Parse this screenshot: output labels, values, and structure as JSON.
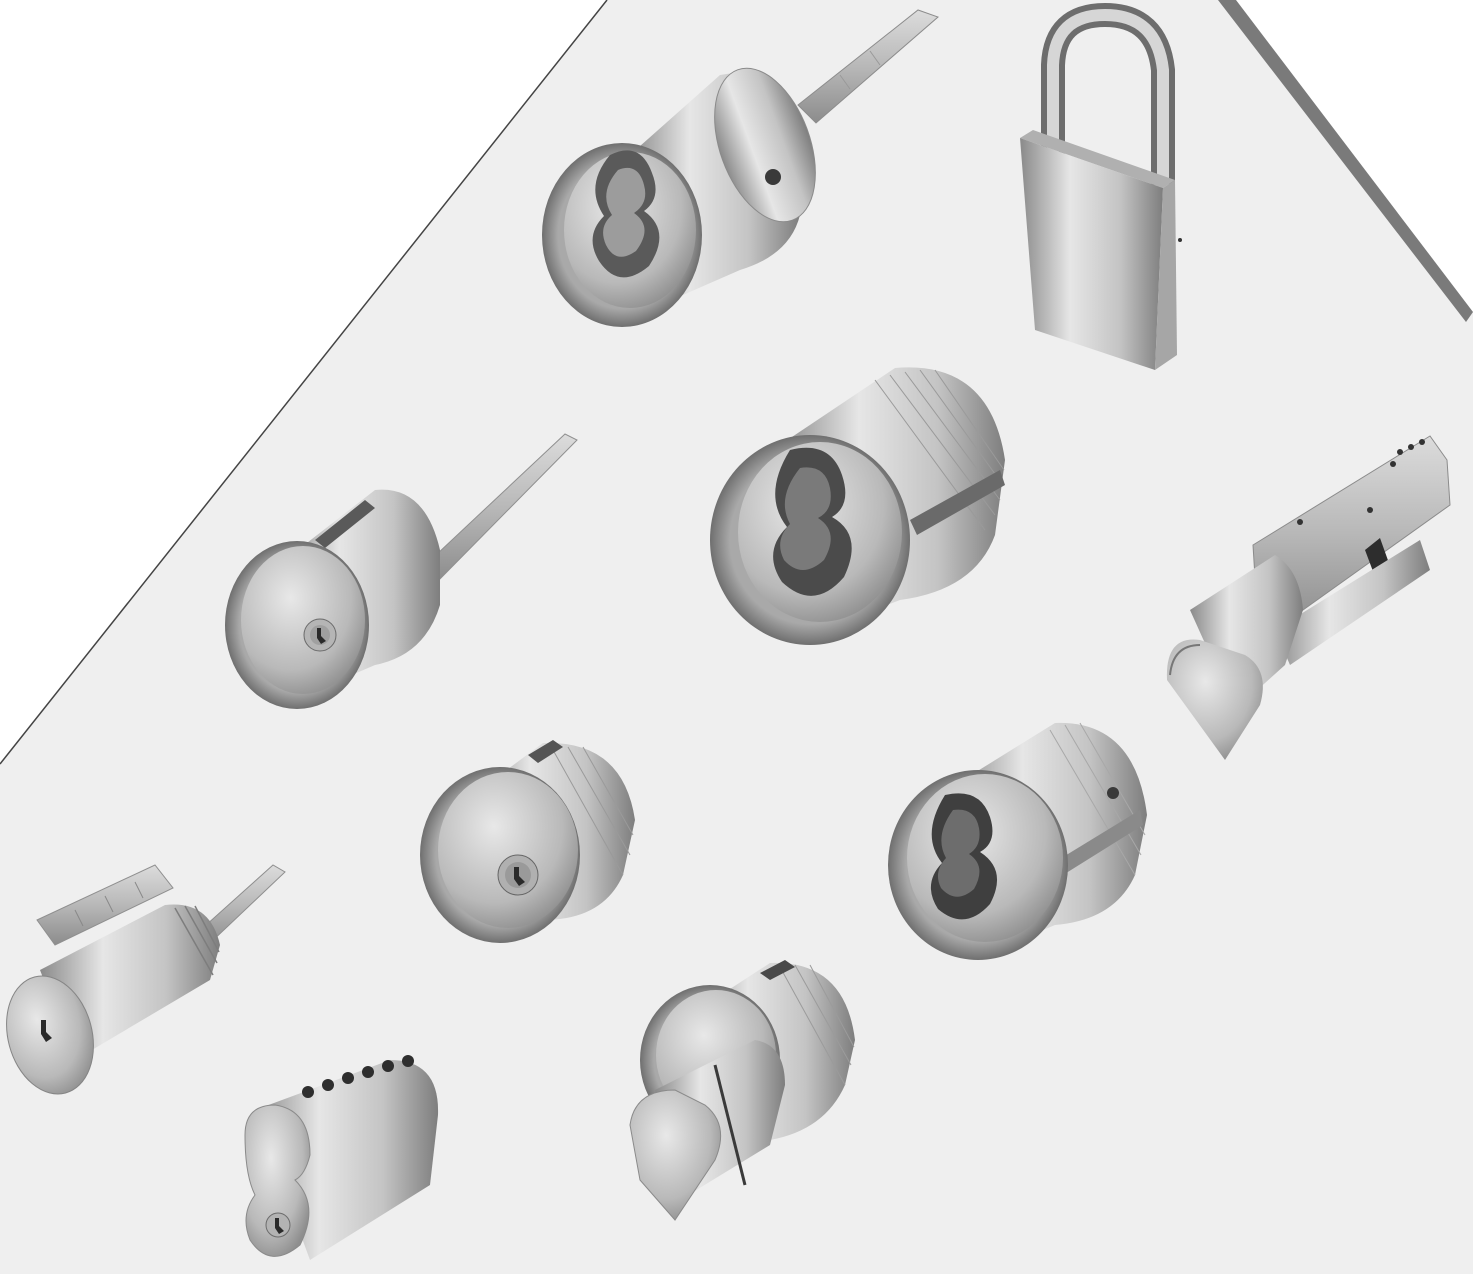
{
  "image": {
    "background": "#ffffff",
    "panel_color": "#efefef",
    "edge_line_color": "#444444",
    "edge_band_color": "#7a7a7a",
    "metal_light": "#e9e9e9",
    "metal_mid": "#bdbdbd",
    "metal_dark": "#7d7d7d",
    "hole_color": "#2e2e2e"
  },
  "objects": [
    {
      "name": "ic-rim-housing-cylinder",
      "icon": "ic-core-housing-icon"
    },
    {
      "name": "padlock",
      "icon": "padlock-icon"
    },
    {
      "name": "rim-cylinder-with-tailpiece",
      "icon": "key-cylinder-icon"
    },
    {
      "name": "large-ic-mortise-housing",
      "icon": "ic-core-housing-icon"
    },
    {
      "name": "euro-profile-thumbturn-cylinder",
      "icon": "euro-cylinder-icon"
    },
    {
      "name": "mortise-key-cylinder",
      "icon": "key-cylinder-icon"
    },
    {
      "name": "ic-mortise-housing-small",
      "icon": "ic-core-housing-icon"
    },
    {
      "name": "key-in-knob-cylinder",
      "icon": "key-cylinder-icon"
    },
    {
      "name": "interchangeable-core",
      "icon": "ic-core-icon"
    },
    {
      "name": "mortise-thumbturn-cylinder",
      "icon": "thumbturn-icon"
    }
  ]
}
